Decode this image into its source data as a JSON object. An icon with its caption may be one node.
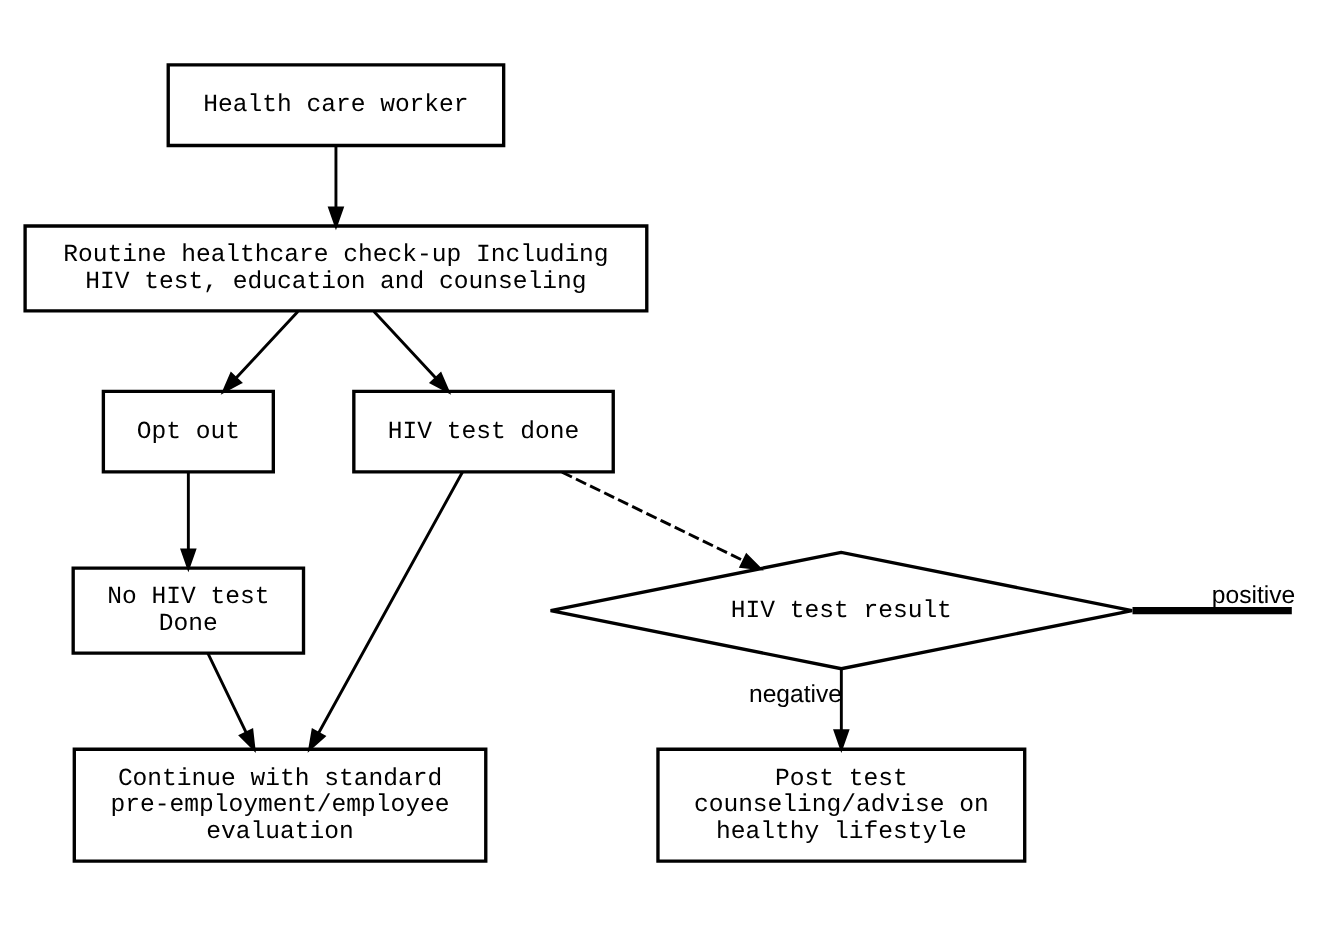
{
  "diagram": {
    "nodes": [
      {
        "text": [
          "Health care worker"
        ]
      },
      {
        "text": [
          "Routine healthcare check-up Including HIV test, education and counseling"
        ]
      },
      {
        "text": [
          "Opt out"
        ]
      },
      {
        "text": [
          "No HIV test Done"
        ]
      },
      {
        "text": [
          "HIV test done"
        ]
      },
      {
        "text": [
          "Continue with standard pre-employment/employee evaluation"
        ]
      },
      {
        "text": [
          "HIV test result"
        ]
      },
      {
        "text": [
          "Post test counseling/advise on healthy lifestyle"
        ]
      }
    ],
    "edges": [
      {
        "from": 0,
        "to": 1,
        "arrow": "to"
      },
      {
        "from": 1,
        "to": 2,
        "arrow": "to"
      },
      {
        "from": 1,
        "to": 4,
        "arrow": "to"
      },
      {
        "from": 2,
        "to": 3,
        "arrow": "to"
      },
      {
        "from": 3,
        "to": 5,
        "arrow": "to"
      },
      {
        "from": 4,
        "to": 5,
        "arrow": "to"
      },
      {
        "from": 4,
        "to": 6,
        "arrow": "to",
        "style": "dashed"
      },
      {
        "from": 6,
        "to": 7,
        "arrow": "to",
        "label": "negative"
      },
      {
        "from": 6,
        "to": null,
        "arrow": "none",
        "label": "positive",
        "style": "thick"
      }
    ]
  }
}
